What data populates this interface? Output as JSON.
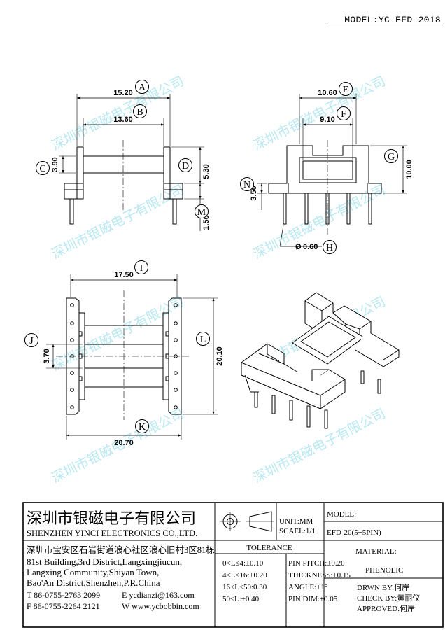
{
  "header": {
    "model": "MODEL:YC-EFD-2018"
  },
  "watermark": "深圳市银磁电子有限公司",
  "dimensions": {
    "A": "15.20",
    "B": "13.60",
    "C": "3.90",
    "D": "5.30",
    "M": "1.50",
    "E": "10.60",
    "F": "9.10",
    "G": "10.00",
    "N": "3.50",
    "H": "0.60",
    "H_prefix": "Ø",
    "I": "17.50",
    "J": "3.70",
    "L": "20.10",
    "K": "20.70"
  },
  "labels": [
    "A",
    "B",
    "C",
    "D",
    "M",
    "E",
    "F",
    "G",
    "N",
    "H",
    "I",
    "J",
    "L",
    "K"
  ],
  "title_block": {
    "company_cn": "深圳市银磁电子有限公司",
    "company_en": "SHENZHEN YINCI ELECTRONICS CO.,LTD.",
    "address_cn": "深圳市宝安区石岩街道浪心社区浪心旧村3区81栋",
    "address_en": [
      "81st Building,3rd District,Langxingjiucun,",
      "Langxing Community,Shiyan Town,",
      "Bao'An District,Shenzhen,P.R.China"
    ],
    "phone": "T 86-0755-2763 2099",
    "email": "E ycdianzi@163.com",
    "fax": "F 86-0755-2264 2121",
    "web": "W www.ycbobbin.com",
    "unit": "UNIT:MM",
    "scale": "SCAEL:1/1",
    "model_label": "MODEL:",
    "model_value": "EFD-20(5+5PIN)",
    "tolerance_title": "TOLERANCE",
    "tolerances": [
      "0<L≤4:±0.10",
      "4<L≤16:±0.20",
      "16<L≤50:0.30",
      "50≤L:±0.40"
    ],
    "specs": [
      "PIN PITCH:±0.20",
      "THICKNESS:±0.15",
      "ANGLE:±1°",
      "PIN DIM:±0.05"
    ],
    "material_label": "MATERIAL:",
    "material_value": "PHENOLIC",
    "drawn_by": "DRWN BY:何岸",
    "check_by": "CHECK BY:黄丽仪",
    "approved_by": "APPROVED:何岸"
  }
}
